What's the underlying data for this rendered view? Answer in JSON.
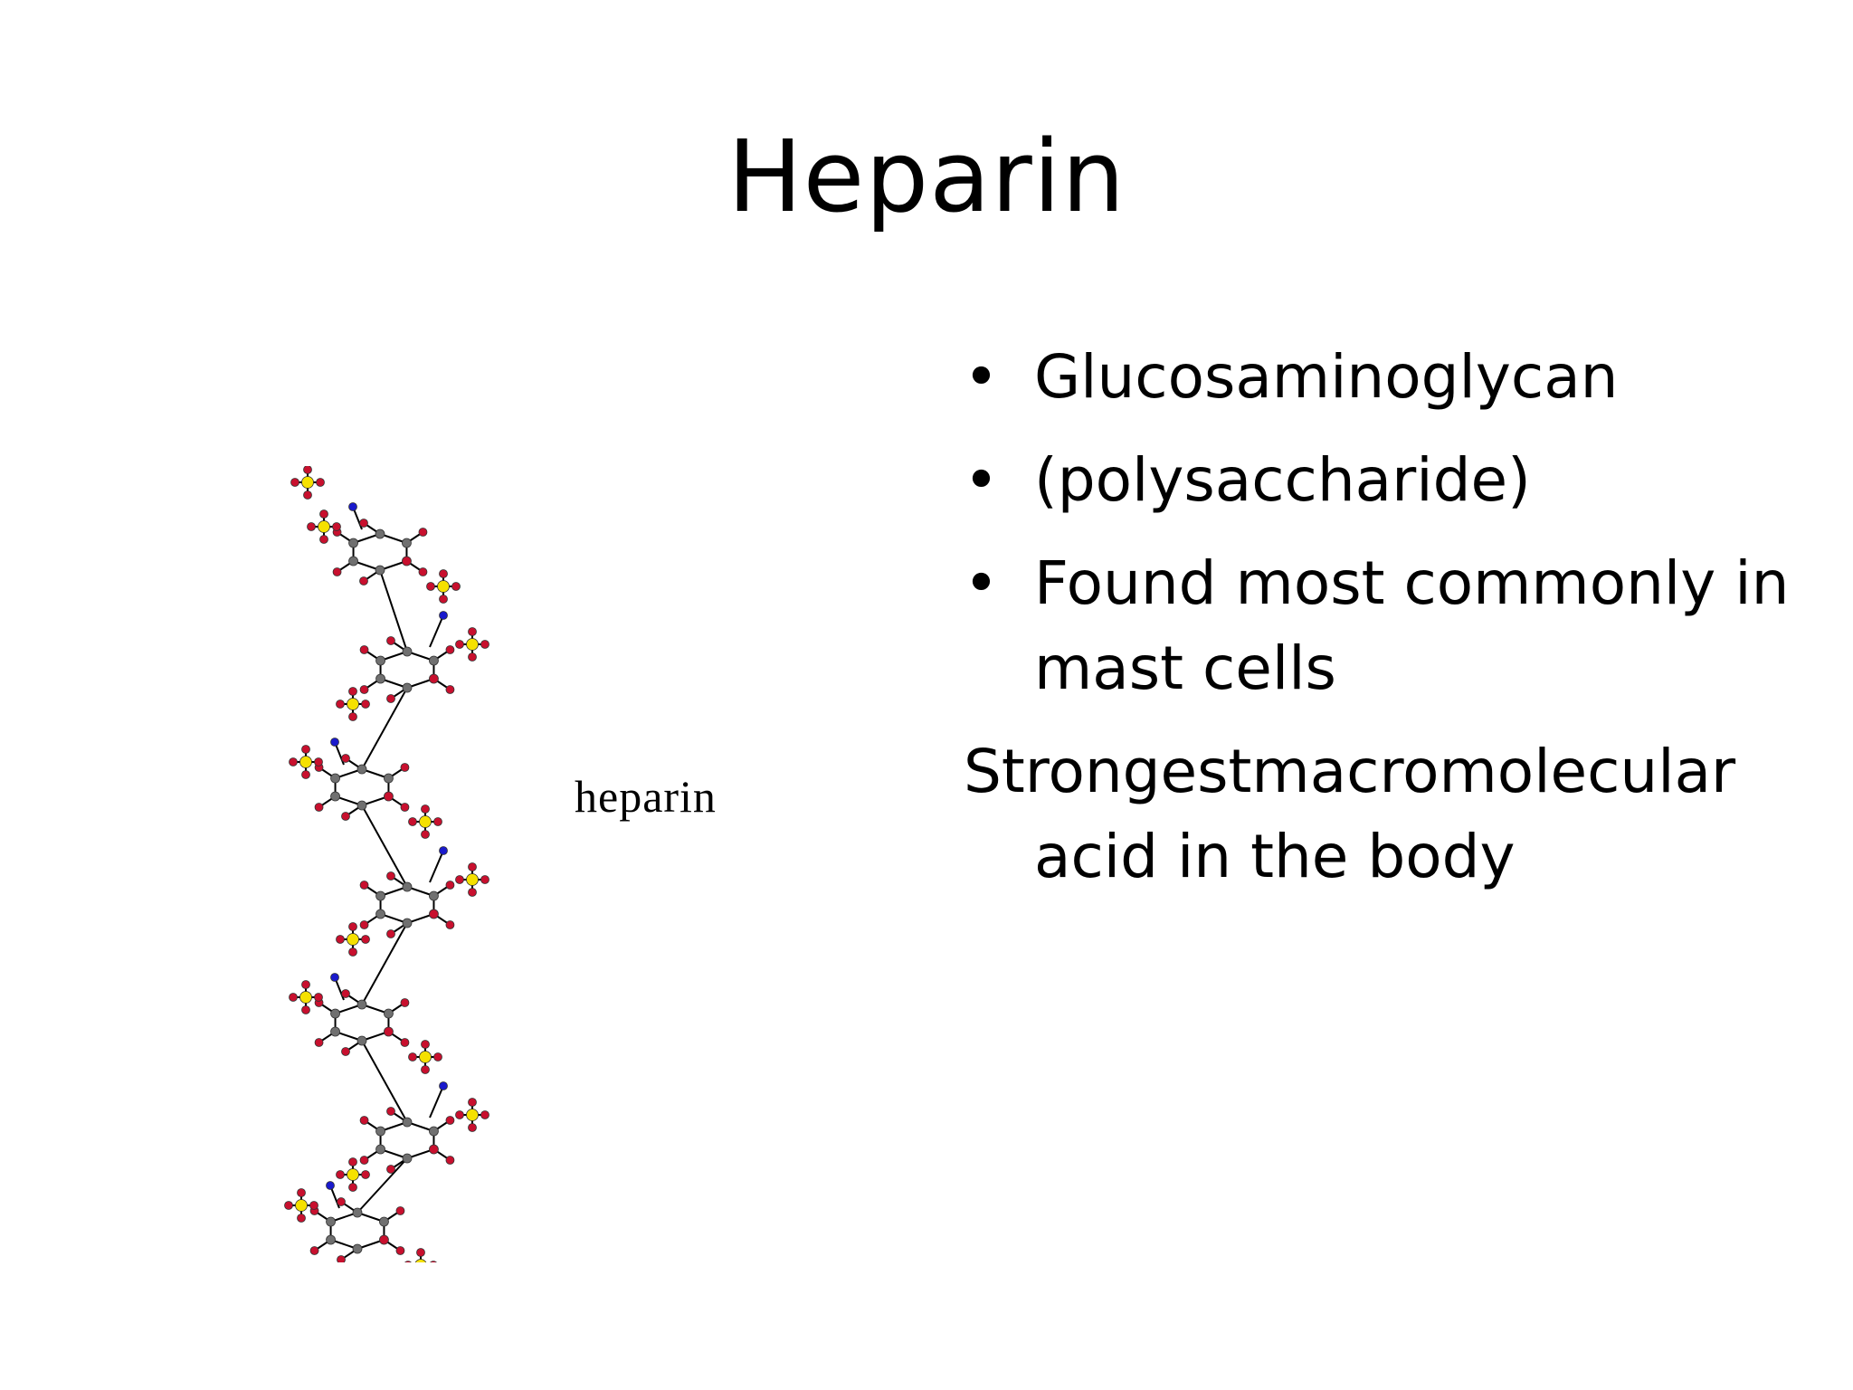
{
  "slide": {
    "title": "Heparin",
    "figure": {
      "label": "heparin",
      "image": "heparin-molecule-ball-and-stick-model",
      "colors": {
        "oxygen": "#c8102e",
        "sulfur": "#f5e100",
        "carbon": "#707070",
        "nitrogen": "#1a1acc",
        "bond": "#000000"
      }
    },
    "bullet_marker": "•",
    "bullets": [
      "Glucosaminoglycan",
      "(polysaccharide)",
      "Found most commonly in mast cells"
    ],
    "paragraph": "Strongestmacromolecular acid in the body"
  }
}
